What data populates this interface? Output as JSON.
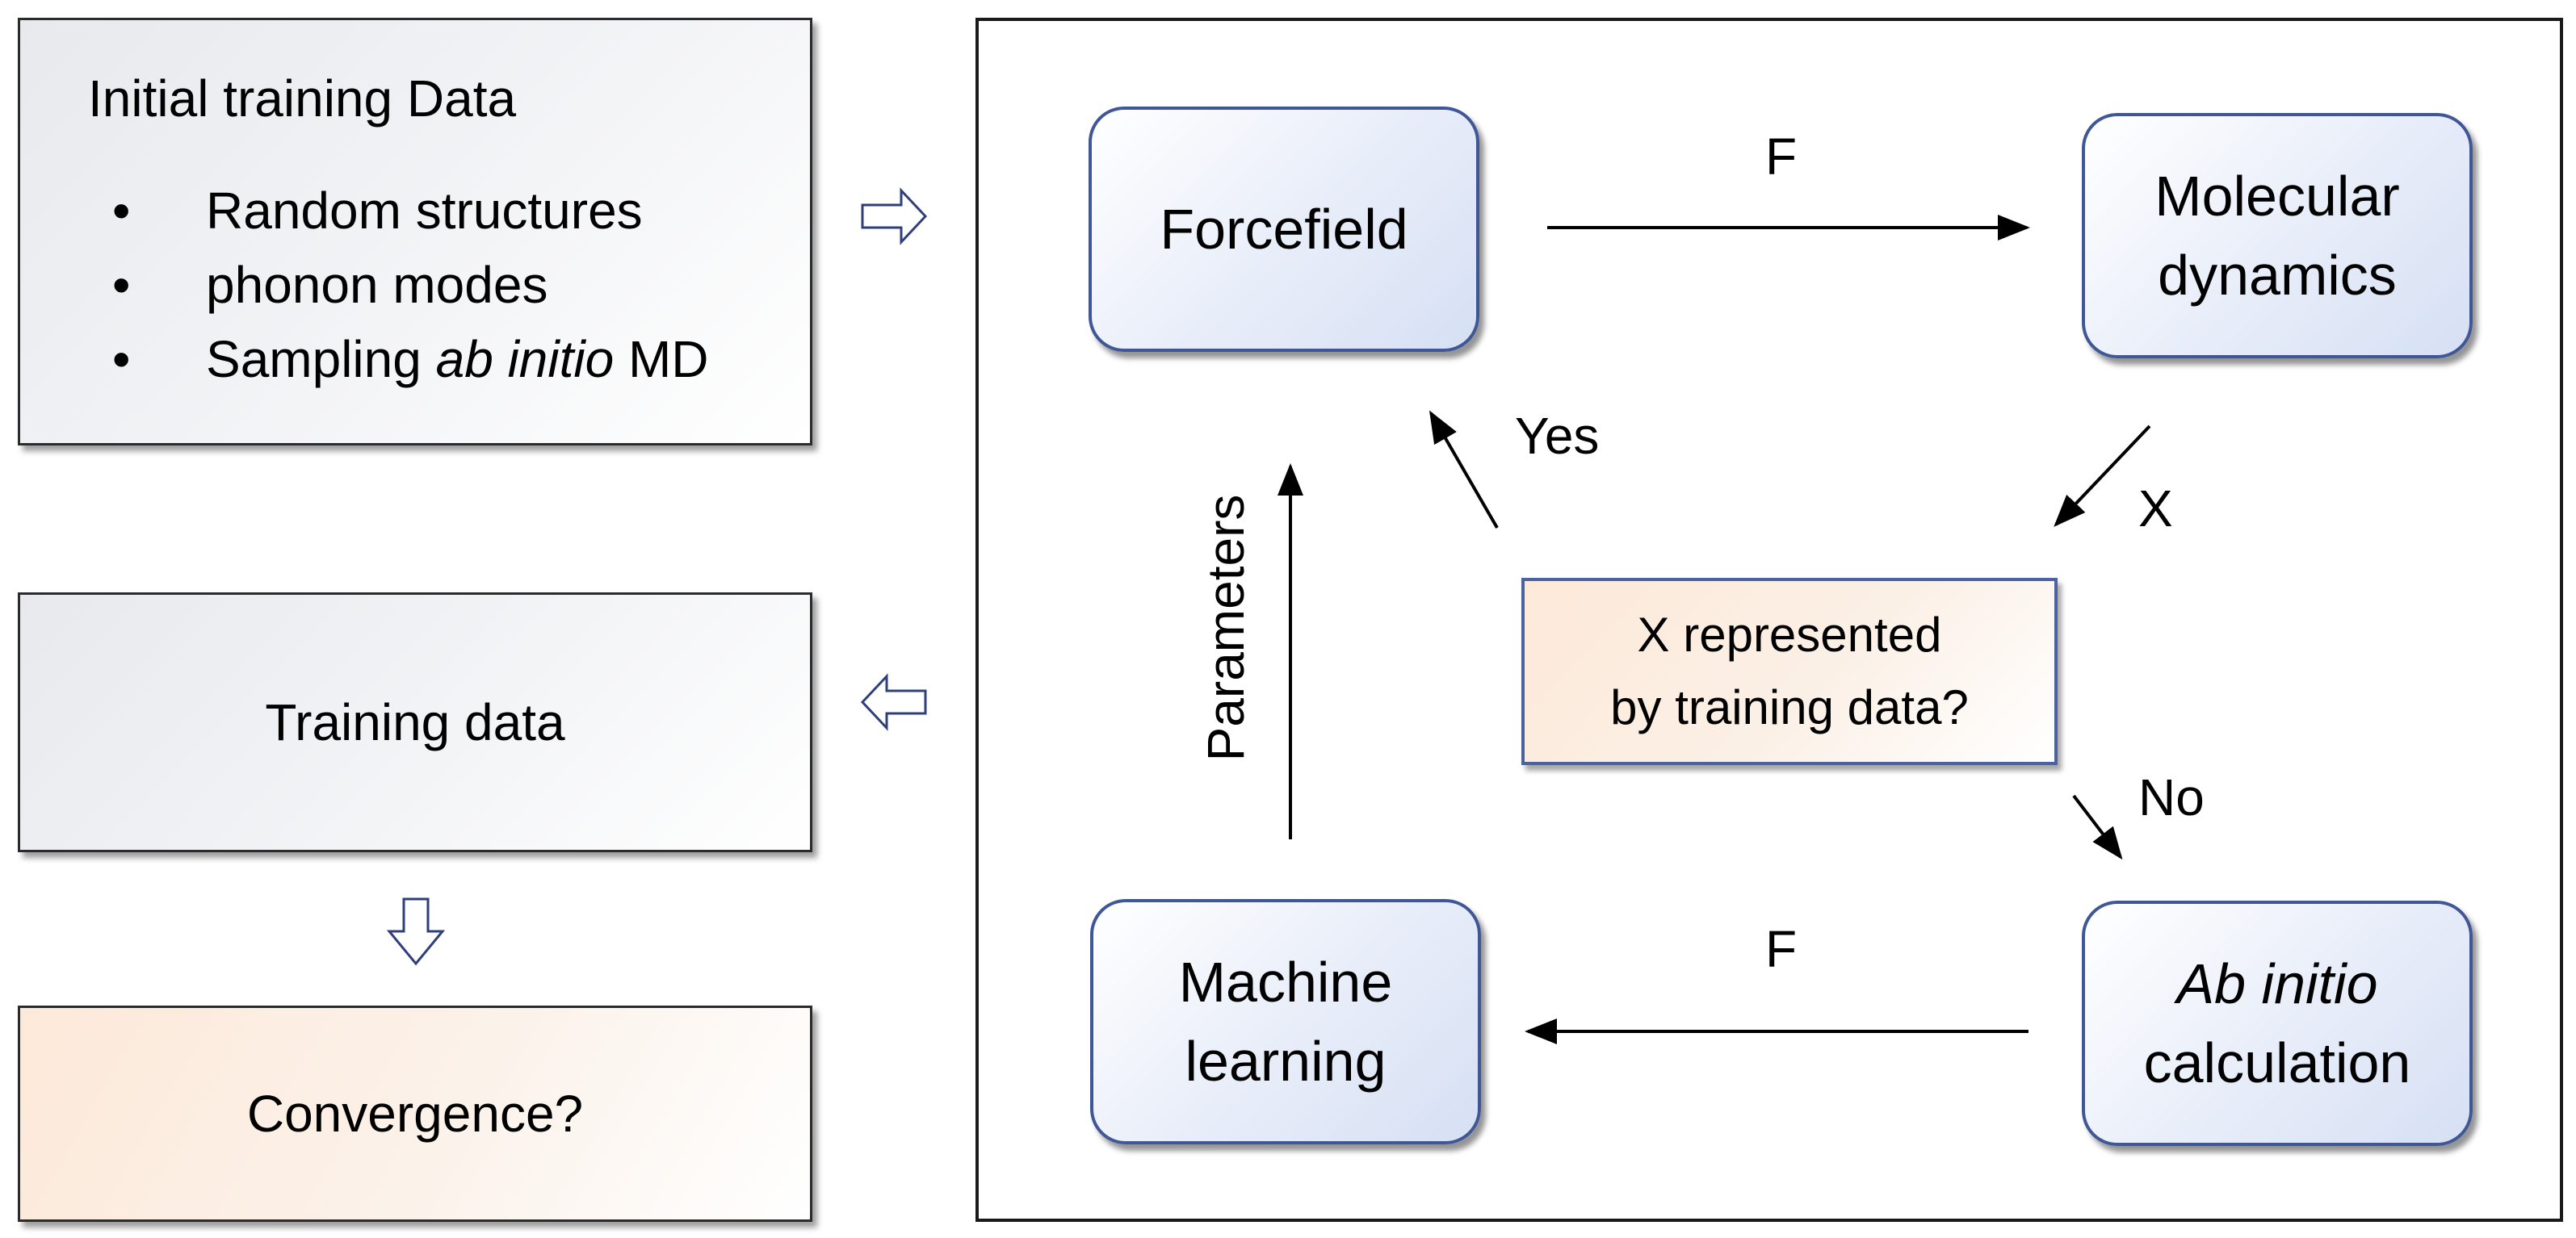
{
  "left_panel": {
    "initial_title": "Initial training Data",
    "bullets": [
      {
        "marker": "•",
        "parts": [
          "Random structures"
        ]
      },
      {
        "marker": "•",
        "parts": [
          "phonon modes"
        ]
      },
      {
        "marker": "•",
        "parts": [
          "Sampling ",
          "ab initio",
          " MD"
        ]
      }
    ],
    "training_data": "Training data",
    "convergence": "Convergence?"
  },
  "cycle": {
    "forcefield": "Forcefield",
    "molecular_dynamics": [
      "Molecular",
      "dynamics"
    ],
    "decision": [
      "X represented",
      "by training data?"
    ],
    "machine_learning": [
      "Machine",
      "learning"
    ],
    "ab_initio": [
      "Ab initio",
      "calculation"
    ]
  },
  "edge_labels": {
    "top_f": "F",
    "bottom_f": "F",
    "x": "X",
    "no": "No",
    "yes": "Yes",
    "parameters": "Parameters"
  },
  "colors": {
    "node_border": "#3f5796",
    "arrow": "#000000",
    "hollow_arrow": "#2f3f7a",
    "frame": "#1a1a1a"
  }
}
